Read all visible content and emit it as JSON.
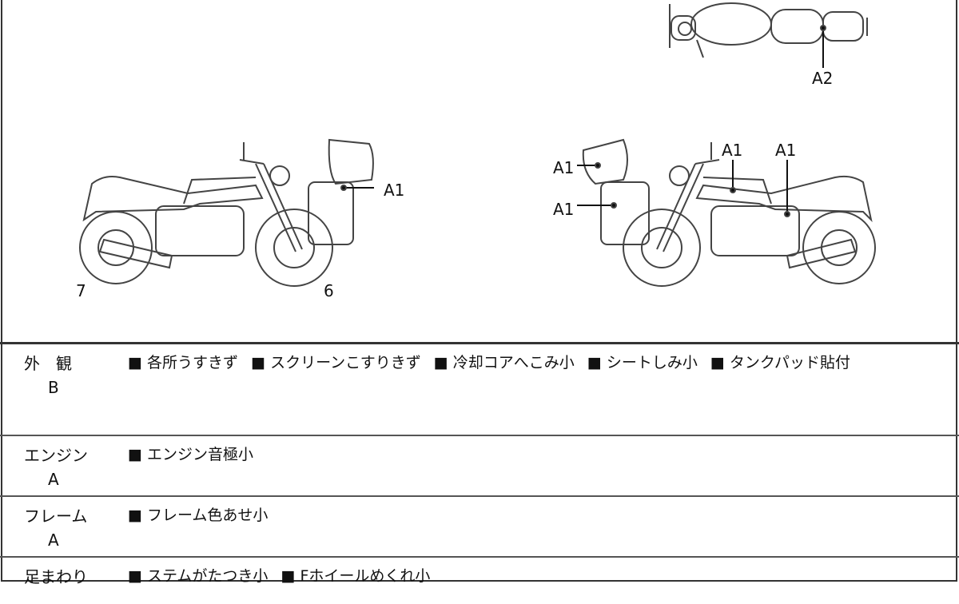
{
  "diagram": {
    "labels": {
      "top_a2": "A2",
      "left_a1": "A1",
      "left_num_7": "7",
      "left_num_6": "6",
      "right_a1_box_top": "A1",
      "right_a1_box_bottom": "A1",
      "right_a1_tank": "A1",
      "right_a1_side": "A1"
    }
  },
  "rows": [
    {
      "category": "外　観",
      "grade": "B",
      "items": [
        "各所うすきず",
        "スクリーンこすりきず",
        "冷却コアへこみ小",
        "シートしみ小",
        "タンクパッド貼付"
      ]
    },
    {
      "category": "エンジン",
      "grade": "A",
      "items": [
        "エンジン音極小"
      ]
    },
    {
      "category": "フレーム",
      "grade": "A",
      "items": [
        "フレーム色あせ小"
      ]
    },
    {
      "category": "足まわり",
      "grade": "",
      "items": [
        "ステムがたつき小",
        "Fホイールめくれ小"
      ]
    }
  ]
}
